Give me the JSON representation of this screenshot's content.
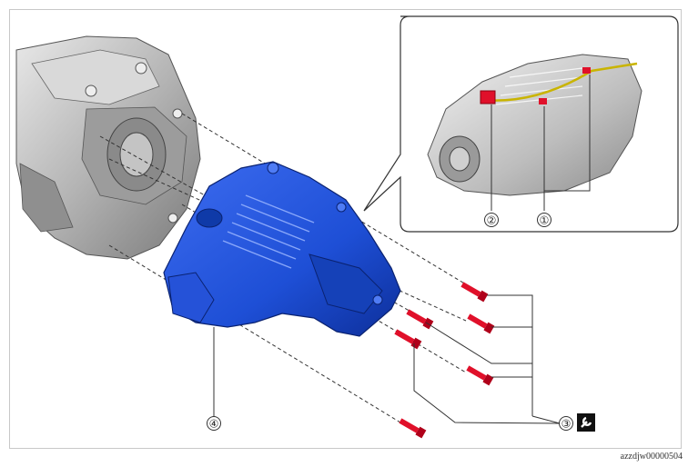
{
  "diagram": {
    "callouts": [
      {
        "id": "c1",
        "label": "①"
      },
      {
        "id": "c2",
        "label": "②"
      },
      {
        "id": "c3",
        "label": "③"
      },
      {
        "id": "c4",
        "label": "④"
      }
    ],
    "torque_icon": "wrench-icon",
    "doc_id": "azzdjw00000504"
  },
  "colors": {
    "part_blue": "#1e4fd6",
    "bolt_red": "#e0102a",
    "gearbox_gray": "#b8b8b8",
    "harness_yellow": "#c9b400"
  }
}
